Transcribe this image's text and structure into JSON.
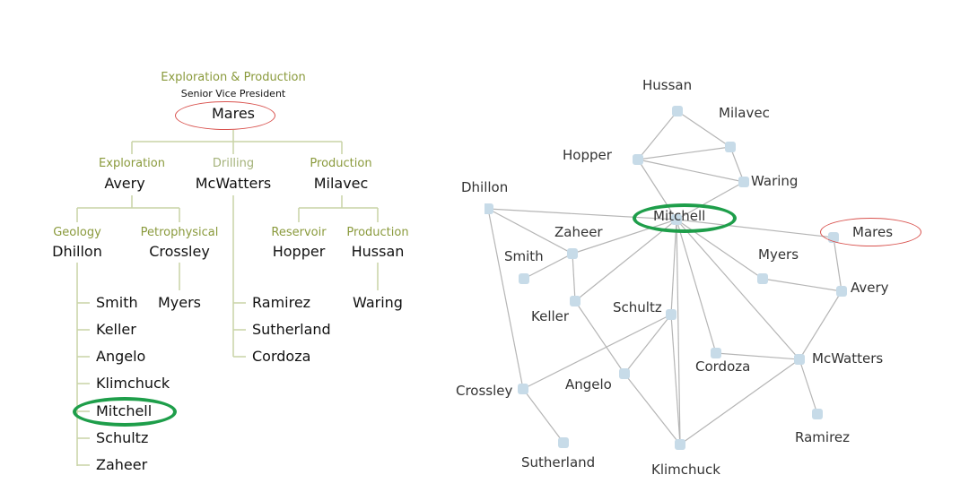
{
  "org_chart": {
    "top": {
      "dept": "Exploration & Production",
      "title": "Senior Vice President",
      "name": "Mares"
    },
    "level2": [
      {
        "dept": "Exploration",
        "name": "Avery"
      },
      {
        "dept": "Drilling",
        "name": "McWatters"
      },
      {
        "dept": "Production",
        "name": "Milavec"
      }
    ],
    "level3": [
      {
        "dept": "Geology",
        "name": "Dhillon"
      },
      {
        "dept": "Petrophysical",
        "name": "Crossley"
      },
      {
        "dept": "Reservoir",
        "name": "Hopper"
      },
      {
        "dept": "Production",
        "name": "Hussan"
      }
    ],
    "geology_staff": [
      "Smith",
      "Keller",
      "Angelo",
      "Klimchuck",
      "Mitchell",
      "Schultz",
      "Zaheer"
    ],
    "petrophysical_staff": [
      "Myers"
    ],
    "drilling_staff": [
      "Ramirez",
      "Sutherland",
      "Cordoza"
    ],
    "production_staff": [
      "Waring"
    ],
    "highlight_formal": "Mares",
    "highlight_informal": "Mitchell"
  },
  "network": {
    "nodes": [
      "Hussan",
      "Milavec",
      "Hopper",
      "Waring",
      "Dhillon",
      "Mitchell",
      "Mares",
      "Zaheer",
      "Smith",
      "Myers",
      "Avery",
      "Keller",
      "Schultz",
      "Cordoza",
      "McWatters",
      "Crossley",
      "Angelo",
      "Ramirez",
      "Sutherland",
      "Klimchuck"
    ],
    "edges": [
      [
        "Hussan",
        "Hopper"
      ],
      [
        "Hussan",
        "Milavec"
      ],
      [
        "Hopper",
        "Milavec"
      ],
      [
        "Hopper",
        "Waring"
      ],
      [
        "Milavec",
        "Waring"
      ],
      [
        "Hopper",
        "Mitchell"
      ],
      [
        "Waring",
        "Mitchell"
      ],
      [
        "Dhillon",
        "Mitchell"
      ],
      [
        "Dhillon",
        "Zaheer"
      ],
      [
        "Dhillon",
        "Crossley"
      ],
      [
        "Mitchell",
        "Mares"
      ],
      [
        "Mitchell",
        "Zaheer"
      ],
      [
        "Mitchell",
        "Keller"
      ],
      [
        "Mitchell",
        "Schultz"
      ],
      [
        "Mitchell",
        "Myers"
      ],
      [
        "Mitchell",
        "Cordoza"
      ],
      [
        "Mitchell",
        "McWatters"
      ],
      [
        "Mitchell",
        "Klimchuck"
      ],
      [
        "Zaheer",
        "Smith"
      ],
      [
        "Zaheer",
        "Keller"
      ],
      [
        "Keller",
        "Angelo"
      ],
      [
        "Angelo",
        "Klimchuck"
      ],
      [
        "Schultz",
        "Angelo"
      ],
      [
        "Schultz",
        "Crossley"
      ],
      [
        "Schultz",
        "Klimchuck"
      ],
      [
        "Myers",
        "Avery"
      ],
      [
        "Mares",
        "Avery"
      ],
      [
        "Avery",
        "McWatters"
      ],
      [
        "Cordoza",
        "McWatters"
      ],
      [
        "McWatters",
        "Ramirez"
      ],
      [
        "McWatters",
        "Klimchuck"
      ],
      [
        "Crossley",
        "Sutherland"
      ]
    ]
  },
  "colors": {
    "dept": "#8a9a3c",
    "red_oval": "#d9534f",
    "green_oval": "#1e9e4a",
    "node": "#c7dbe8",
    "edge": "#b5b5b5"
  }
}
